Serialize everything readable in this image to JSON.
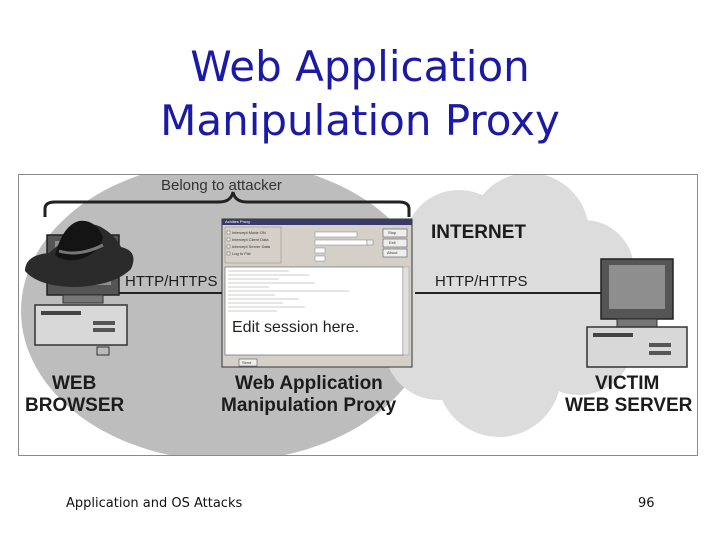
{
  "slide": {
    "title_line1": "Web Application",
    "title_line2": "Manipulation Proxy",
    "footer_left": "Application and OS Attacks",
    "page_number": "96"
  },
  "diagram": {
    "belong_label": "Belong to attacker",
    "internet_label": "INTERNET",
    "left_protocol": "HTTP/HTTPS",
    "right_protocol": "HTTP/HTTPS",
    "browser_line1": "WEB",
    "browser_line2": "BROWSER",
    "proxy_line1": "Web Application",
    "proxy_line2": "Manipulation Proxy",
    "server_line1": "VICTIM",
    "server_line2": "WEB SERVER",
    "proxy_window": {
      "title": "Achilles Proxy",
      "edit_hint": "Edit session here.",
      "send_button": "Send",
      "buttons": [
        "Stop",
        "Exit",
        "About"
      ],
      "options": [
        "Intercept Mode ON",
        "Intercept Client Data",
        "Intercept Server Data",
        "Log to File"
      ]
    },
    "icons": [
      "cowboy-hat-icon",
      "computer-icon",
      "cloud-icon"
    ]
  }
}
